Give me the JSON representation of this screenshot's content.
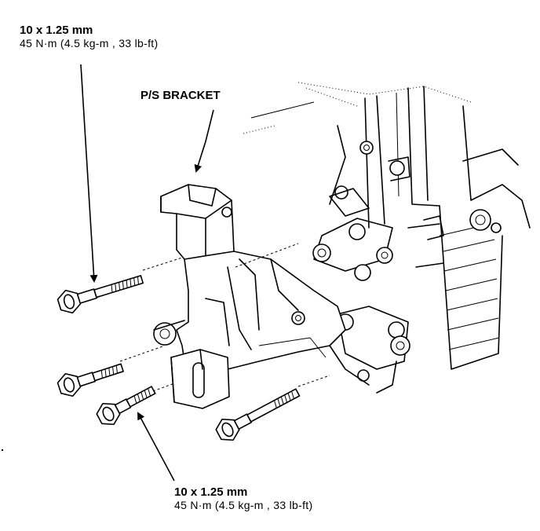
{
  "labels": {
    "top_callout": {
      "spec": "10 x 1.25 mm",
      "torque": "45  N·m (4.5  kg-m , 33  lb-ft)"
    },
    "bracket": "P/S BRACKET",
    "bottom_callout": {
      "spec": "10 x 1.25 mm",
      "torque": "45  N·m (4.5  kg-m , 33  lb-ft)"
    }
  },
  "icons": {
    "bolts": "bolt-icon",
    "arrows": "leader-arrow-icon"
  },
  "colors": {
    "ink": "#000000",
    "background": "#ffffff"
  }
}
